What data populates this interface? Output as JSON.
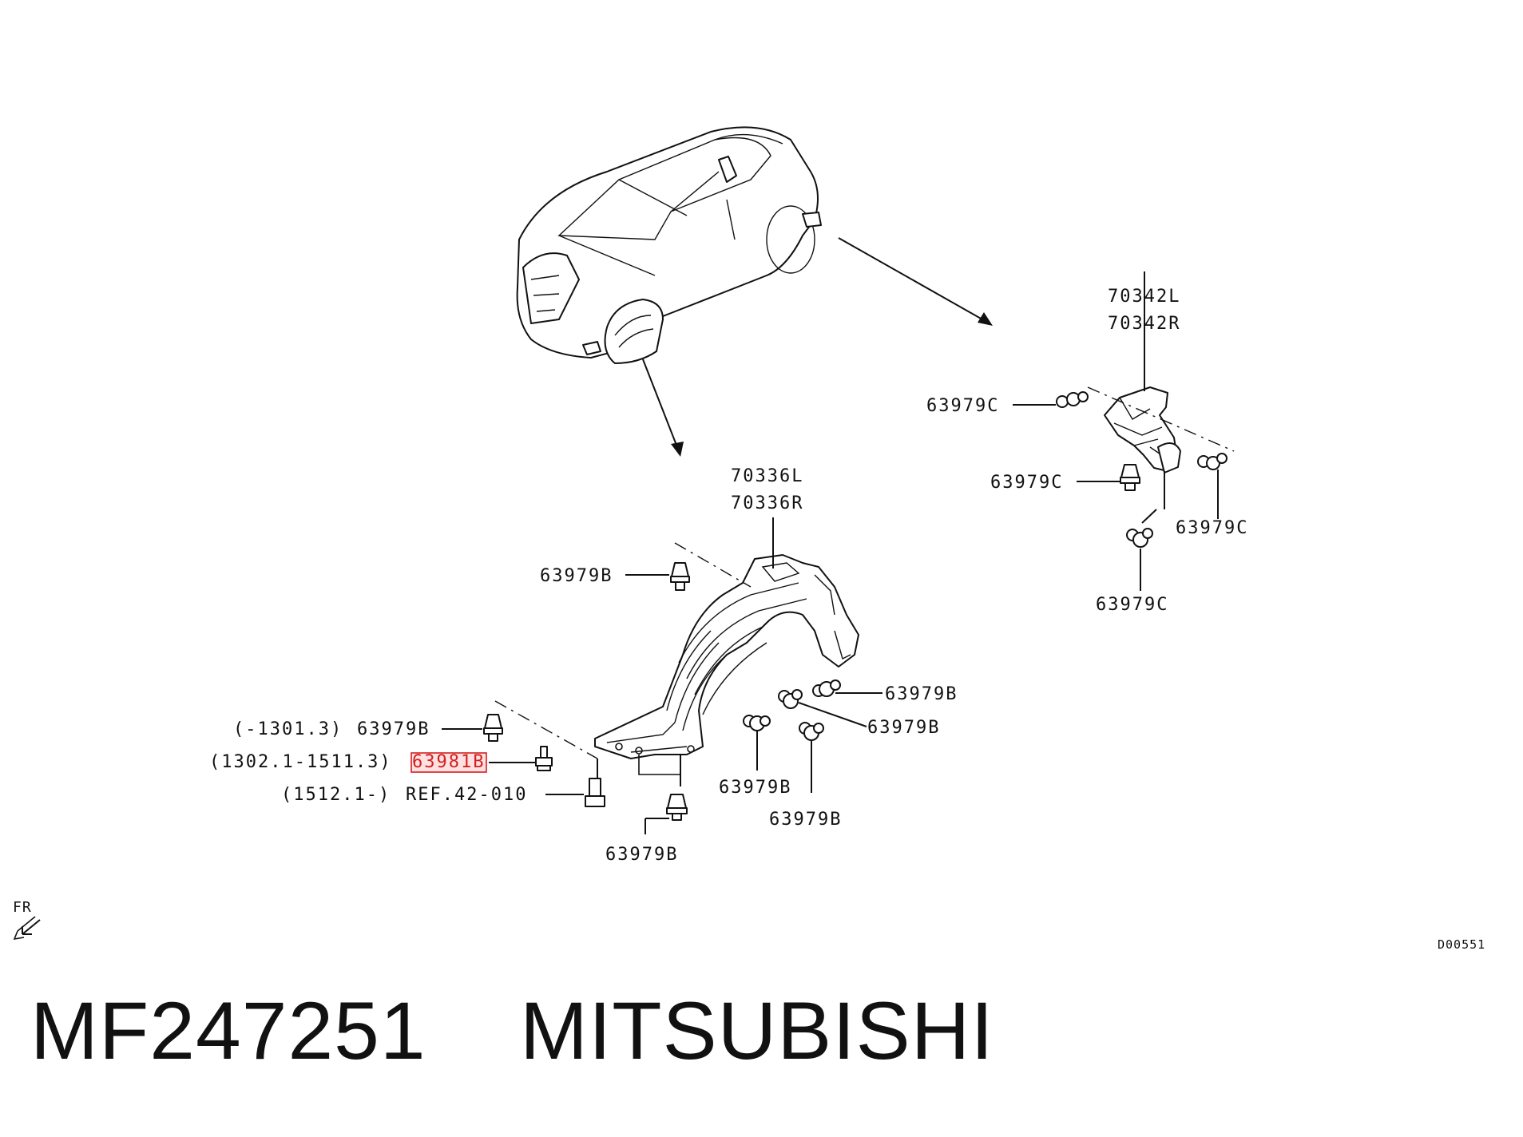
{
  "caption": {
    "part_number": "MF247251",
    "brand": "MITSUBISHI"
  },
  "diagram_ref": "D00551",
  "front_indicator": "FR",
  "highlight_color": "#d22020",
  "rear_liner": {
    "labels": [
      "70342L",
      "70342R"
    ],
    "clips": [
      "63979C",
      "63979C",
      "63979C",
      "63979C"
    ]
  },
  "front_liner": {
    "labels": [
      "70336L",
      "70336R"
    ],
    "clips": [
      "63979B",
      "63979B",
      "63979B",
      "63979B",
      "63979B",
      "63979B"
    ],
    "callouts": [
      {
        "range": "(-1301.3)",
        "part": "63979B"
      },
      {
        "range": "(1302.1-1511.3)",
        "part": "63981B",
        "highlighted": true
      },
      {
        "range": "(1512.1-)",
        "part": "REF.42-010"
      }
    ]
  }
}
